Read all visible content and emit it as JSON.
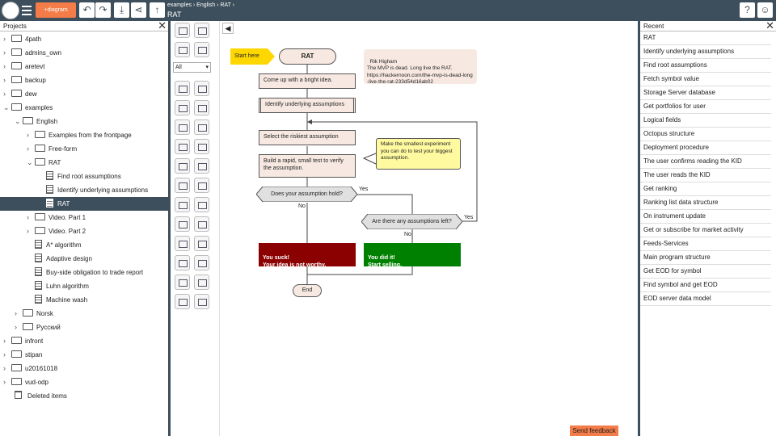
{
  "topbar": {
    "new_label": "+diagram",
    "breadcrumb": "examples › English › RAT ›",
    "title": "RAT",
    "icons": [
      "undo-icon",
      "redo-icon",
      "download-icon",
      "share-icon",
      "upload-icon",
      "help-icon",
      "user-icon"
    ],
    "help_label": "?",
    "bg": "#3d4f5c",
    "accent": "#f47c48"
  },
  "projects": {
    "title": "Projects",
    "items": [
      {
        "label": "4path",
        "kind": "folder",
        "depth": 0,
        "state": "collapsed"
      },
      {
        "label": "admins_own",
        "kind": "folder",
        "depth": 0,
        "state": "collapsed"
      },
      {
        "label": "aretevt",
        "kind": "folder",
        "depth": 0,
        "state": "collapsed"
      },
      {
        "label": "backup",
        "kind": "folder",
        "depth": 0,
        "state": "collapsed"
      },
      {
        "label": "dew",
        "kind": "folder",
        "depth": 0,
        "state": "collapsed"
      },
      {
        "label": "examples",
        "kind": "folder",
        "depth": 0,
        "state": "expanded"
      },
      {
        "label": "English",
        "kind": "folder",
        "depth": 1,
        "state": "expanded"
      },
      {
        "label": "Examples from the frontpage",
        "kind": "folder",
        "depth": 2,
        "state": "collapsed"
      },
      {
        "label": "Free-form",
        "kind": "folder",
        "depth": 2,
        "state": "collapsed"
      },
      {
        "label": "RAT",
        "kind": "folder",
        "depth": 2,
        "state": "expanded"
      },
      {
        "label": "Find root assumptions",
        "kind": "doc",
        "depth": 3
      },
      {
        "label": "Identify underlying assumptions",
        "kind": "doc",
        "depth": 3
      },
      {
        "label": "RAT",
        "kind": "doc",
        "depth": 3,
        "selected": true
      },
      {
        "label": "Video. Part 1",
        "kind": "folder",
        "depth": 2,
        "state": "collapsed"
      },
      {
        "label": "Video. Part 2",
        "kind": "folder",
        "depth": 2,
        "state": "collapsed"
      },
      {
        "label": "A* algorithm",
        "kind": "doc",
        "depth": 2
      },
      {
        "label": "Adaptive design",
        "kind": "doc",
        "depth": 2
      },
      {
        "label": "Buy-side obligation to trade report",
        "kind": "doc",
        "depth": 2
      },
      {
        "label": "Luhn algorithm",
        "kind": "doc",
        "depth": 2
      },
      {
        "label": "Machine wash",
        "kind": "doc",
        "depth": 2
      },
      {
        "label": "Norsk",
        "kind": "folder",
        "depth": 1,
        "state": "collapsed"
      },
      {
        "label": "Русский",
        "kind": "folder",
        "depth": 1,
        "state": "collapsed"
      },
      {
        "label": "infront",
        "kind": "folder",
        "depth": 0,
        "state": "collapsed"
      },
      {
        "label": "stipan",
        "kind": "folder",
        "depth": 0,
        "state": "collapsed"
      },
      {
        "label": "u20161018",
        "kind": "folder",
        "depth": 0,
        "state": "collapsed"
      },
      {
        "label": "vud-odp",
        "kind": "folder",
        "depth": 0,
        "state": "collapsed"
      },
      {
        "label": "Deleted items",
        "kind": "trash",
        "depth": 0
      }
    ]
  },
  "palette": {
    "select_value": "All"
  },
  "diagram": {
    "start_here": "Start here",
    "title": "RAT",
    "comment": "Rik Higham\nThe MVP is dead. Long live the RAT.\nhttps://hackernoon.com/the-mvp-is-dead-long-live-the-rat-233d54d16ab02",
    "step1": "Come up with a bright idea.",
    "step2": "Identify underlying assumptions",
    "step3": "Select the riskiest assumption",
    "step4": "Build a rapid, small test to verify the assumption.",
    "note": "Make the smallest experiment you can do to test your biggest assumption.",
    "q1": "Does your assumption hold?",
    "q1_yes": "Yes",
    "q1_no": "No",
    "q2": "Are there any assumptions left?",
    "q2_yes": "Yes",
    "q2_no": "No",
    "fail": "You suck!\nYour idea is not worthy.",
    "success": "You did it!\nStart selling.",
    "end": "End",
    "fail_color": "#8b0000",
    "success_color": "#008000",
    "start_color": "#ffd700",
    "note_color": "#fffaa0"
  },
  "feedback_label": "Send feedback",
  "recent": {
    "title": "Recent",
    "items": [
      "RAT",
      "Identify underlying assumptions",
      "Find root assumptions",
      "Fetch symbol value",
      "Storage Server database",
      "Get portfolios for user",
      "Logical fields",
      "Octopus structure",
      "Deployment procedure",
      "The user confirms reading the KID",
      "The user reads the KID",
      "Get ranking",
      "Ranking list data structure",
      "On instrument update",
      "Get or subscribe for market activity",
      "Feeds-Services",
      "Main program structure",
      "Get EOD for symbol",
      "Find symbol and get EOD",
      "EOD server data model"
    ]
  }
}
